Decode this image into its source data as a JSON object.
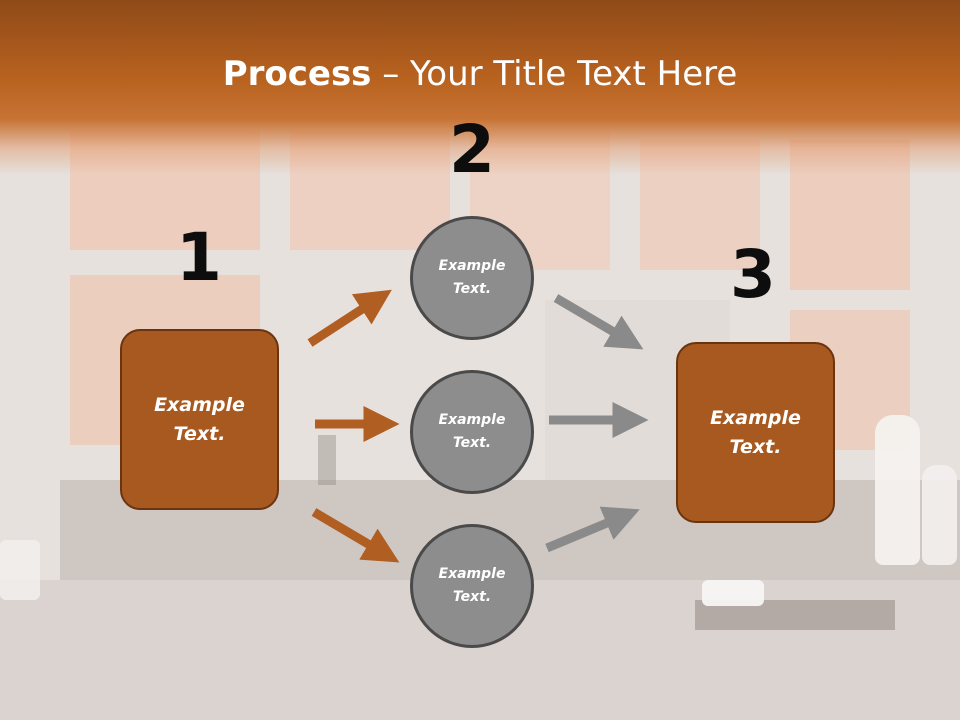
{
  "title": {
    "bold": "Process",
    "rest": " – Your Title Text Here"
  },
  "steps": [
    {
      "number": "1",
      "label": "Example\nText."
    },
    {
      "number": "2"
    },
    {
      "number": "3",
      "label": "Example\nText."
    }
  ],
  "circles": [
    {
      "label": "Example\nText."
    },
    {
      "label": "Example\nText."
    },
    {
      "label": "Example\nText."
    }
  ],
  "colors": {
    "header": "#b8621f",
    "box_fill": "#a8591f",
    "box_border": "#6b3410",
    "circle_fill": "#8d8d8d",
    "circle_border": "#4a4a4a",
    "orange_arrow": "#b15e22",
    "gray_arrow": "#8a8a8a"
  },
  "icons": [
    "arrow-right-icon"
  ]
}
